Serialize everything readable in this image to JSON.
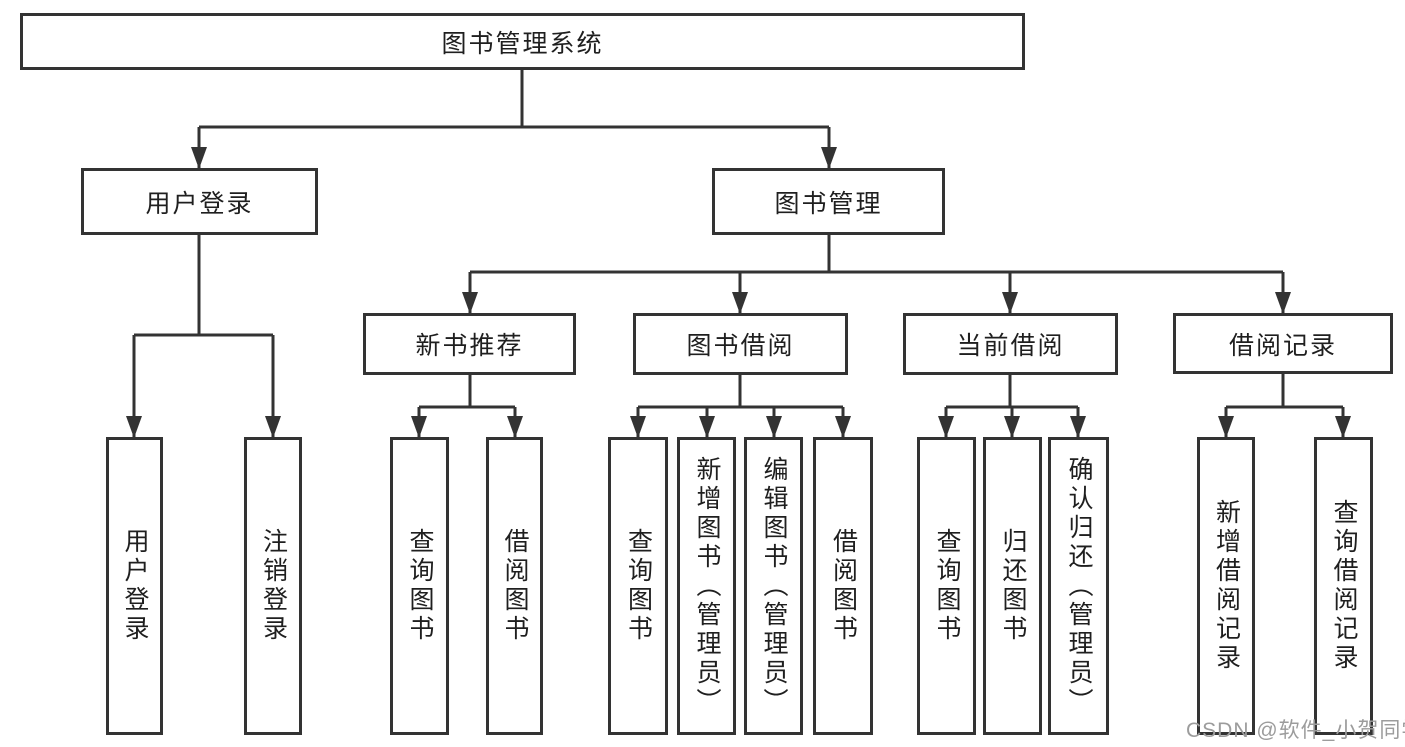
{
  "diagram": {
    "title": "图书管理系统",
    "user_login": {
      "label": "用户登录",
      "children": [
        {
          "label": "用户登录"
        },
        {
          "label": "注销登录"
        }
      ]
    },
    "book_management": {
      "label": "图书管理",
      "sections": [
        {
          "label": "新书推荐",
          "children": [
            {
              "label": "查询图书"
            },
            {
              "label": "借阅图书"
            }
          ]
        },
        {
          "label": "图书借阅",
          "children": [
            {
              "label": "查询图书"
            },
            {
              "label": "新增图书（管理员）"
            },
            {
              "label": "编辑图书（管理员）"
            },
            {
              "label": "借阅图书"
            }
          ]
        },
        {
          "label": "当前借阅",
          "children": [
            {
              "label": "查询图书"
            },
            {
              "label": "归还图书"
            },
            {
              "label": "确认归还（管理员）"
            }
          ]
        },
        {
          "label": "借阅记录",
          "children": [
            {
              "label": "新增借阅记录"
            },
            {
              "label": "查询借阅记录"
            }
          ]
        }
      ]
    }
  },
  "watermark": {
    "text": "CSDN @软件_小贺同学"
  },
  "colors": {
    "line": "#333333",
    "border": "#333333",
    "text": "#1f1f1f",
    "watermark": "#9c9c9c",
    "background": "#ffffff"
  }
}
